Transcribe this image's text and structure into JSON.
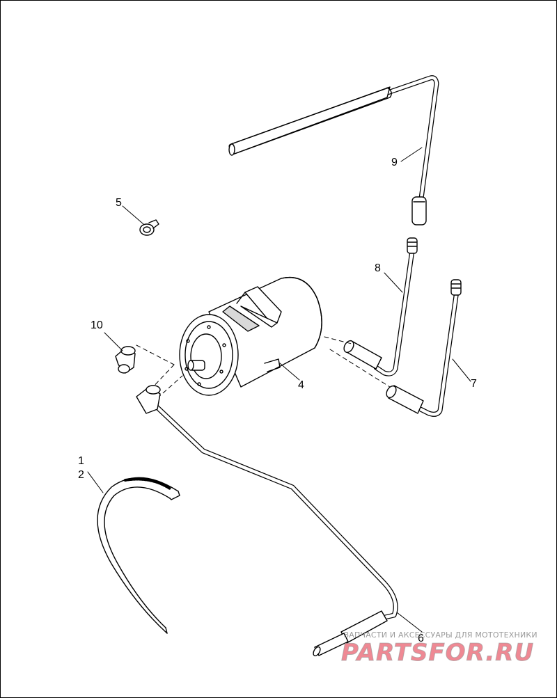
{
  "callouts": {
    "c1": "1",
    "c2": "2",
    "c4": "4",
    "c5": "5",
    "c6": "6",
    "c7": "7",
    "c8": "8",
    "c9": "9",
    "c10": "10"
  },
  "watermark": {
    "caption": "ЗАПЧАСТИ И АКСЕССУАРЫ ДЛЯ МОТОТЕХНИКИ",
    "logo": "PARTSFOR.RU",
    "logo_color": "#e2283c"
  },
  "colors": {
    "line": "#000000",
    "shade": "#d9d9d9",
    "background": "#ffffff"
  }
}
